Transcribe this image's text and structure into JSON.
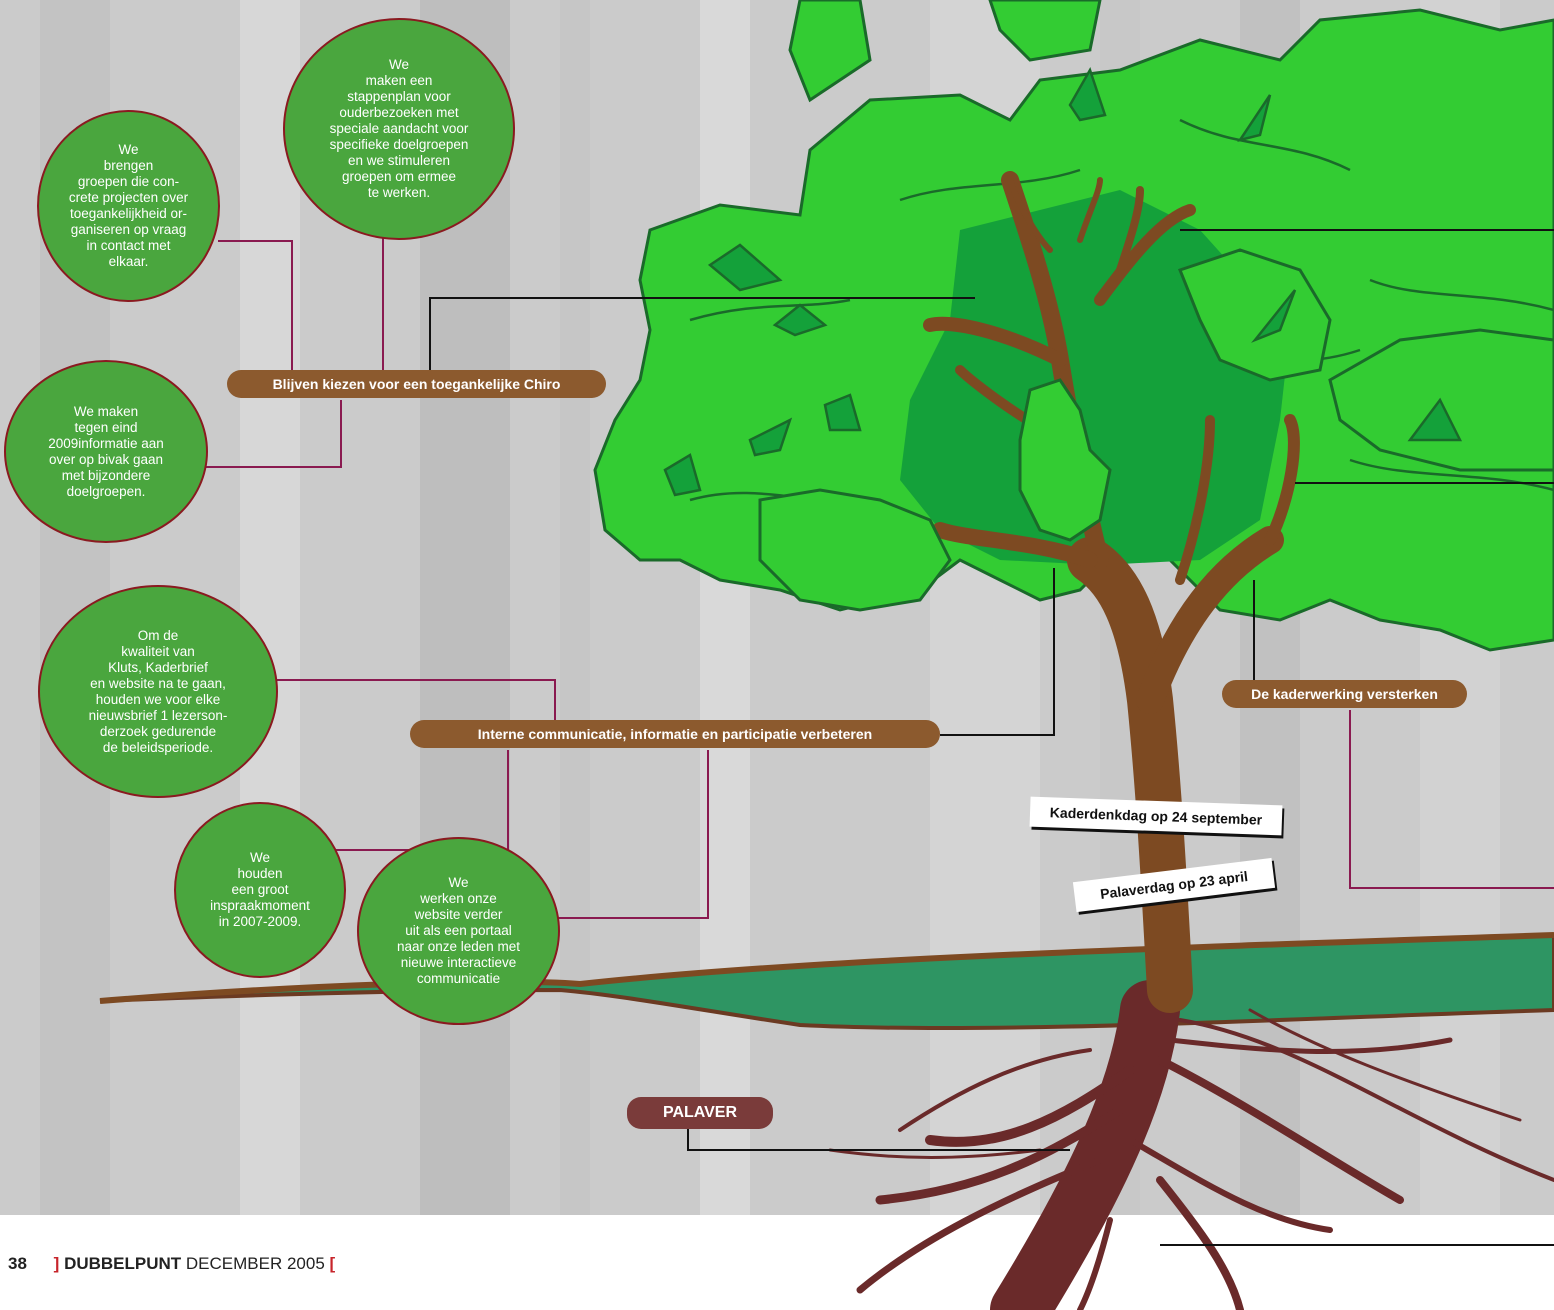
{
  "bubbles": [
    {
      "id": "b1",
      "text": "We\nbrengen\ngroepen die con-\ncrete projecten over\ntoegankelijkheid or-\nganiseren op vraag\nin contact met\nelkaar."
    },
    {
      "id": "b2",
      "text": "We\nmaken een\nstappenplan voor\nouderbezoeken met\nspeciale aandacht voor\nspecifieke doelgroepen\nen we stimuleren\ngroepen om ermee\nte werken."
    },
    {
      "id": "b3",
      "text": "We maken\ntegen eind\n2009informatie aan\nover op bivak gaan\nmet bijzondere\ndoelgroepen."
    },
    {
      "id": "b4",
      "text": "Om de\nkwaliteit van\nKluts, Kaderbrief\nen website na te gaan,\nhouden we voor elke\nnieuwsbrief 1 lezerson-\nderzoek gedurende\nde beleidsperiode."
    },
    {
      "id": "b5",
      "text": "We\nhouden\neen groot\ninspraakmoment\nin 2007-2009."
    },
    {
      "id": "b6",
      "text": "We\nwerken onze\nwebsite verder\nuit als een portaal\nnaar onze leden met\nnieuwe interactieve\ncommunicatie"
    }
  ],
  "labels": {
    "toegankelijk": "Blijven kiezen voor een toegankelijke Chiro",
    "communicatie": "Interne communicatie, informatie en participatie verbeteren",
    "kaderwerking": "De kaderwerking versterken",
    "palaver": "PALAVER"
  },
  "tags": {
    "kaderdenkdag": "Kaderdenkdag op 24 september",
    "palaverdag": "Palaverdag op 23 april"
  },
  "footer": {
    "page": "38",
    "open_bracket": "]",
    "magazine": "DUBBELPUNT",
    "issue": "DECEMBER 2005",
    "close_bracket": "["
  },
  "colors": {
    "bubble_fill": "#4aa63e",
    "bubble_border": "#8a1a20",
    "leaf_light": "#33cc33",
    "leaf_dark": "#14a13a",
    "trunk": "#7d4a22",
    "root": "#6a2a2a",
    "ground": "#2e9563",
    "pill": "#8c5a2e",
    "connector_purple": "#8a1a50"
  }
}
